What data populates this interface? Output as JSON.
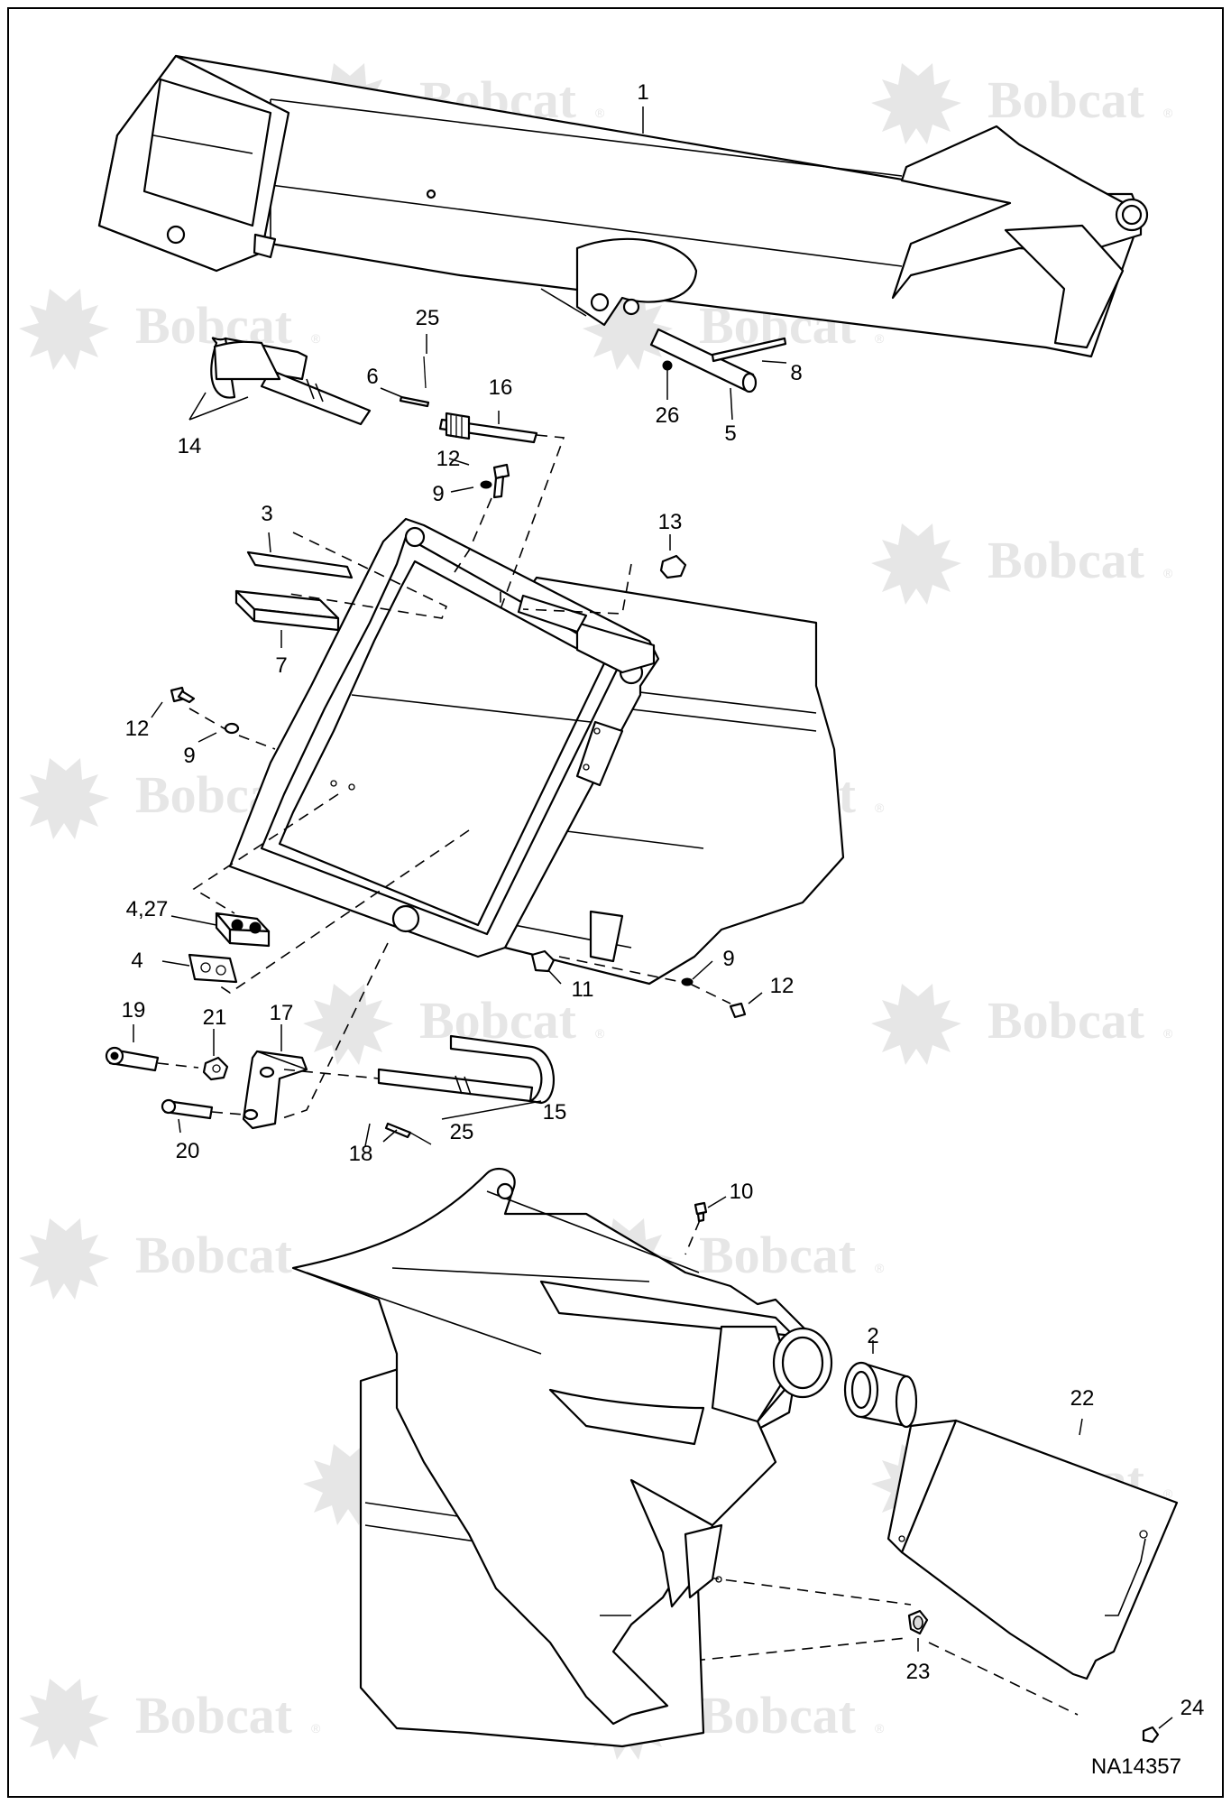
{
  "watermark": {
    "brand": "Bobcat",
    "registered_mark": "®"
  },
  "drawing_code": "NA14357",
  "callouts": {
    "c1": "1",
    "c2": "2",
    "c3": "3",
    "c4": "4",
    "c4_27": "4,27",
    "c5": "5",
    "c6": "6",
    "c7": "7",
    "c8": "8",
    "c9a": "9",
    "c9b": "9",
    "c9c": "9",
    "c10": "10",
    "c11": "11",
    "c12a": "12",
    "c12b": "12",
    "c12c": "12",
    "c13": "13",
    "c14": "14",
    "c15": "15",
    "c16": "16",
    "c17": "17",
    "c18": "18",
    "c19": "19",
    "c20": "20",
    "c21": "21",
    "c22": "22",
    "c23": "23",
    "c24": "24",
    "c25a": "25",
    "c25b": "25",
    "c26": "26"
  }
}
